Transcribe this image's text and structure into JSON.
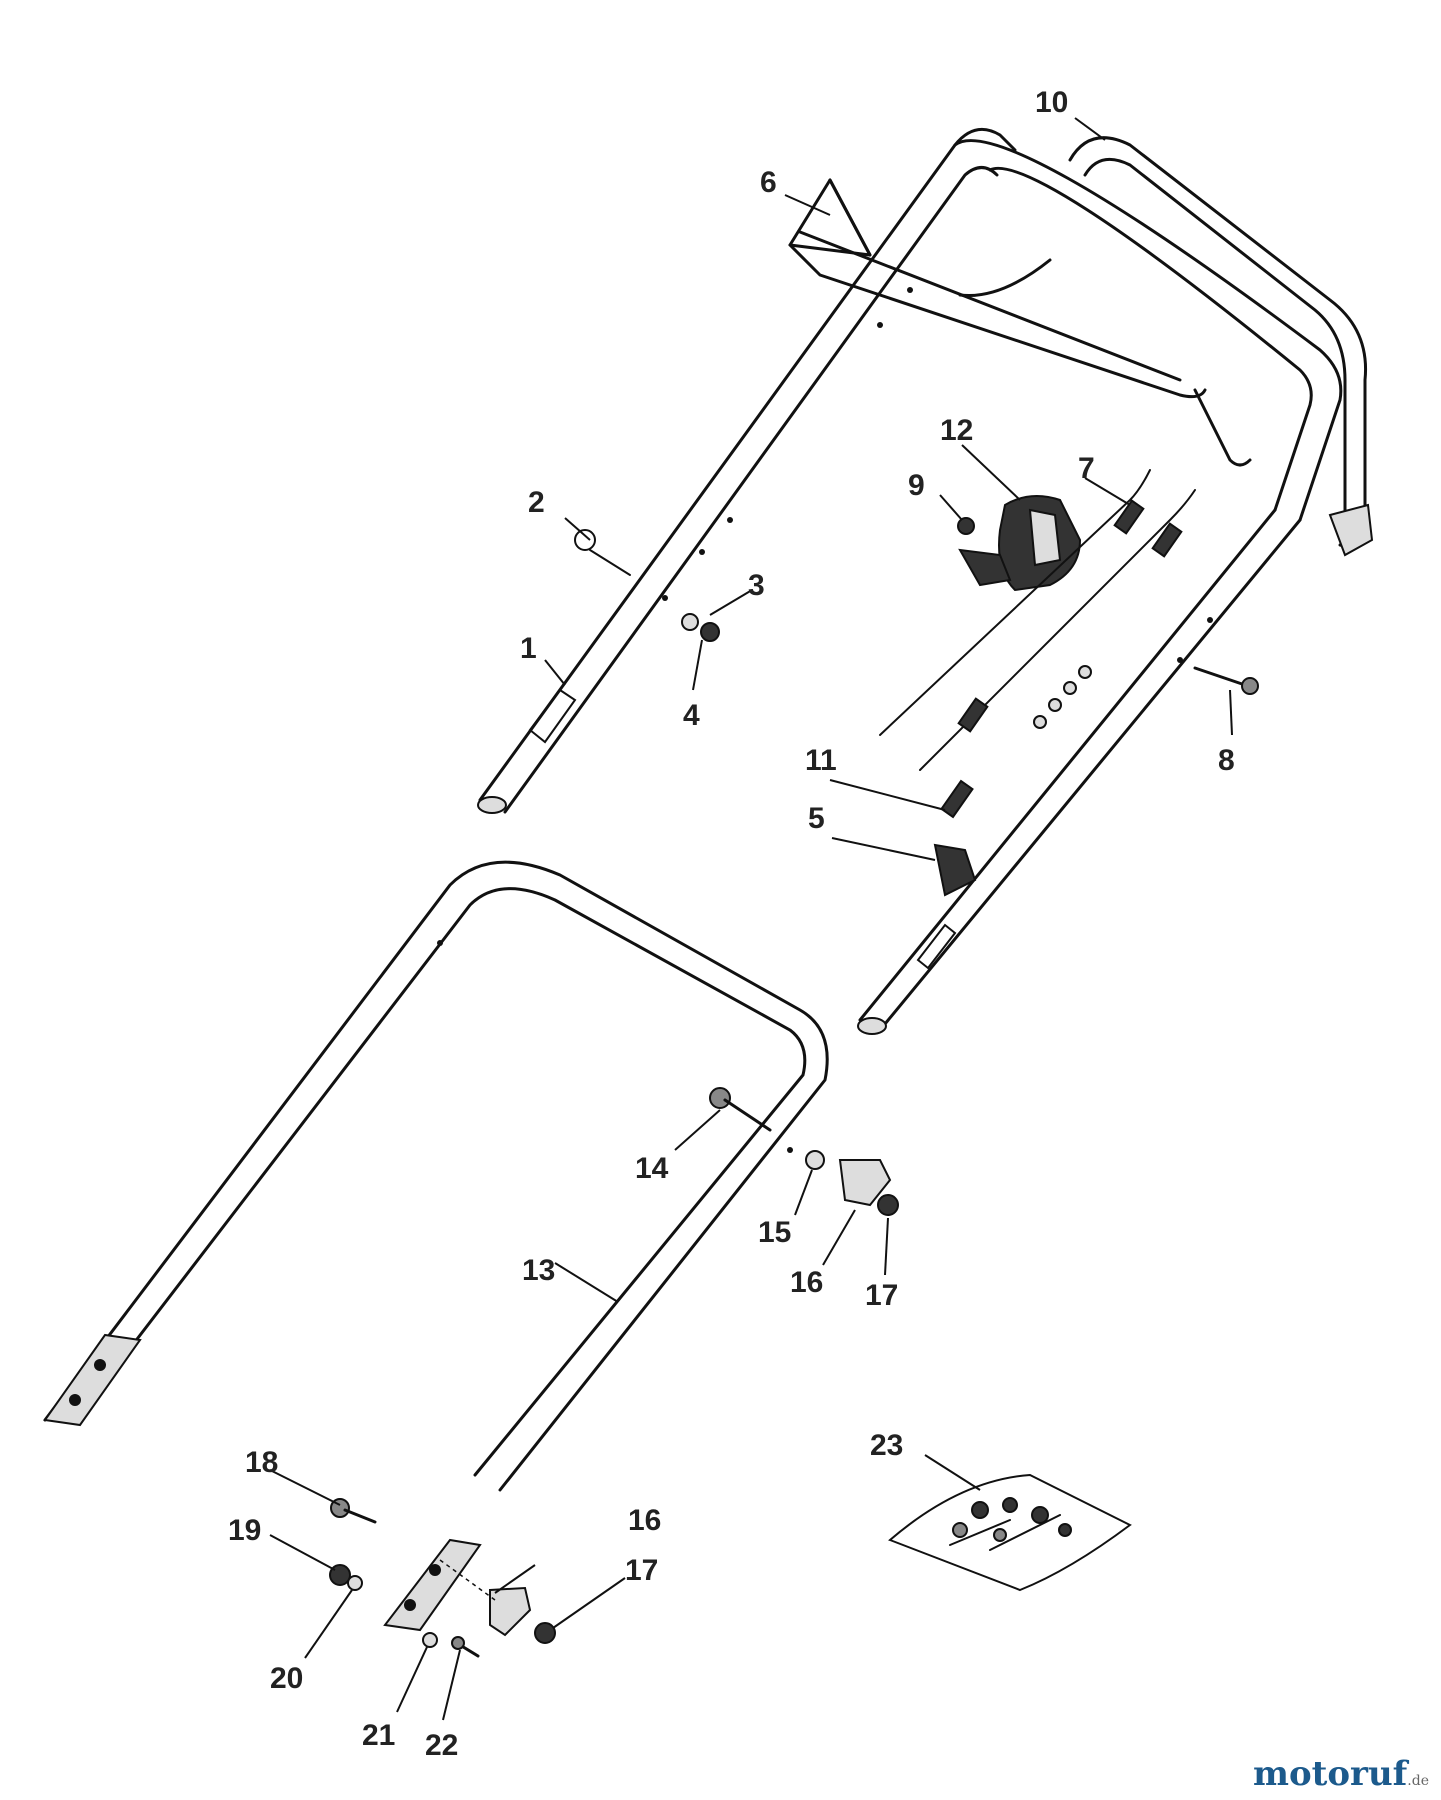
{
  "callouts": [
    "1",
    "2",
    "3",
    "4",
    "5",
    "6",
    "7",
    "8",
    "9",
    "10",
    "11",
    "12",
    "13",
    "14",
    "15",
    "16",
    "17",
    "16",
    "17",
    "18",
    "19",
    "20",
    "21",
    "22",
    "23"
  ],
  "watermark": {
    "main": "motoruf",
    "suffix": ".de"
  }
}
